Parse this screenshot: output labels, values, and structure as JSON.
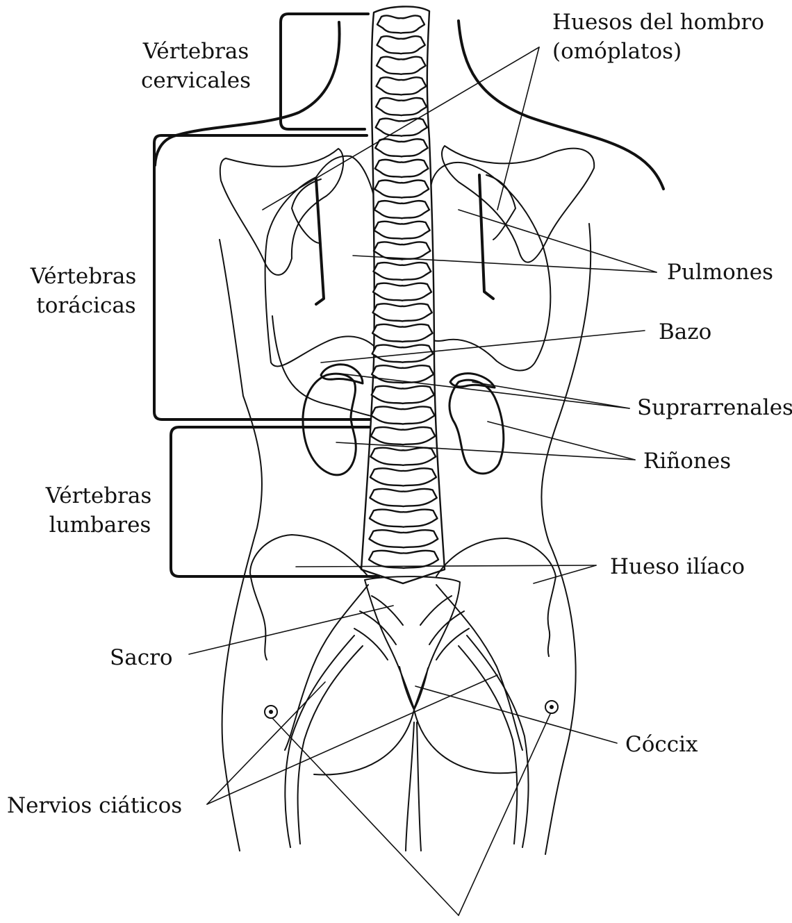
{
  "labels": {
    "cervical": [
      "Vértebras",
      "cervicales"
    ],
    "shoulder": [
      "Huesos del hombro",
      "(omóplatos)"
    ],
    "thoracic": [
      "Vértebras",
      "torácicas"
    ],
    "lungs": "Pulmones",
    "spleen": "Bazo",
    "adrenals": "Suprarrenales",
    "kidneys": "Riñones",
    "lumbar": [
      "Vértebras",
      "lumbares"
    ],
    "iliac": "Hueso ilíaco",
    "sacrum": "Sacro",
    "coccyx": "Cóccix",
    "sciatic": "Nervios ciáticos"
  }
}
